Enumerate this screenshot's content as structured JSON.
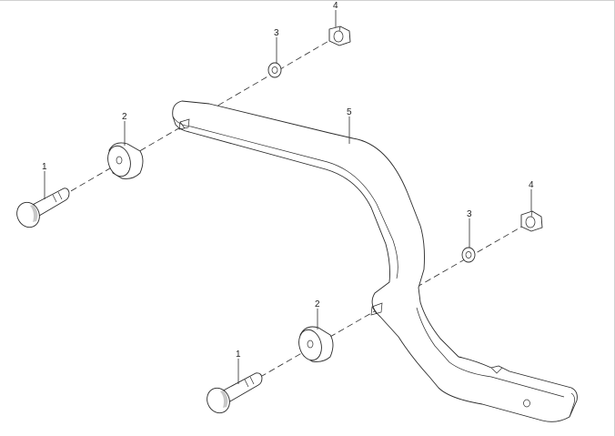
{
  "diagram": {
    "callouts": [
      {
        "id": "callout-1-upper",
        "label": "1"
      },
      {
        "id": "callout-2-upper",
        "label": "2"
      },
      {
        "id": "callout-3-upper",
        "label": "3"
      },
      {
        "id": "callout-4-upper",
        "label": "4"
      },
      {
        "id": "callout-5",
        "label": "5"
      },
      {
        "id": "callout-3-lower",
        "label": "3"
      },
      {
        "id": "callout-4-lower",
        "label": "4"
      },
      {
        "id": "callout-2-lower",
        "label": "2"
      },
      {
        "id": "callout-1-lower",
        "label": "1"
      }
    ]
  }
}
